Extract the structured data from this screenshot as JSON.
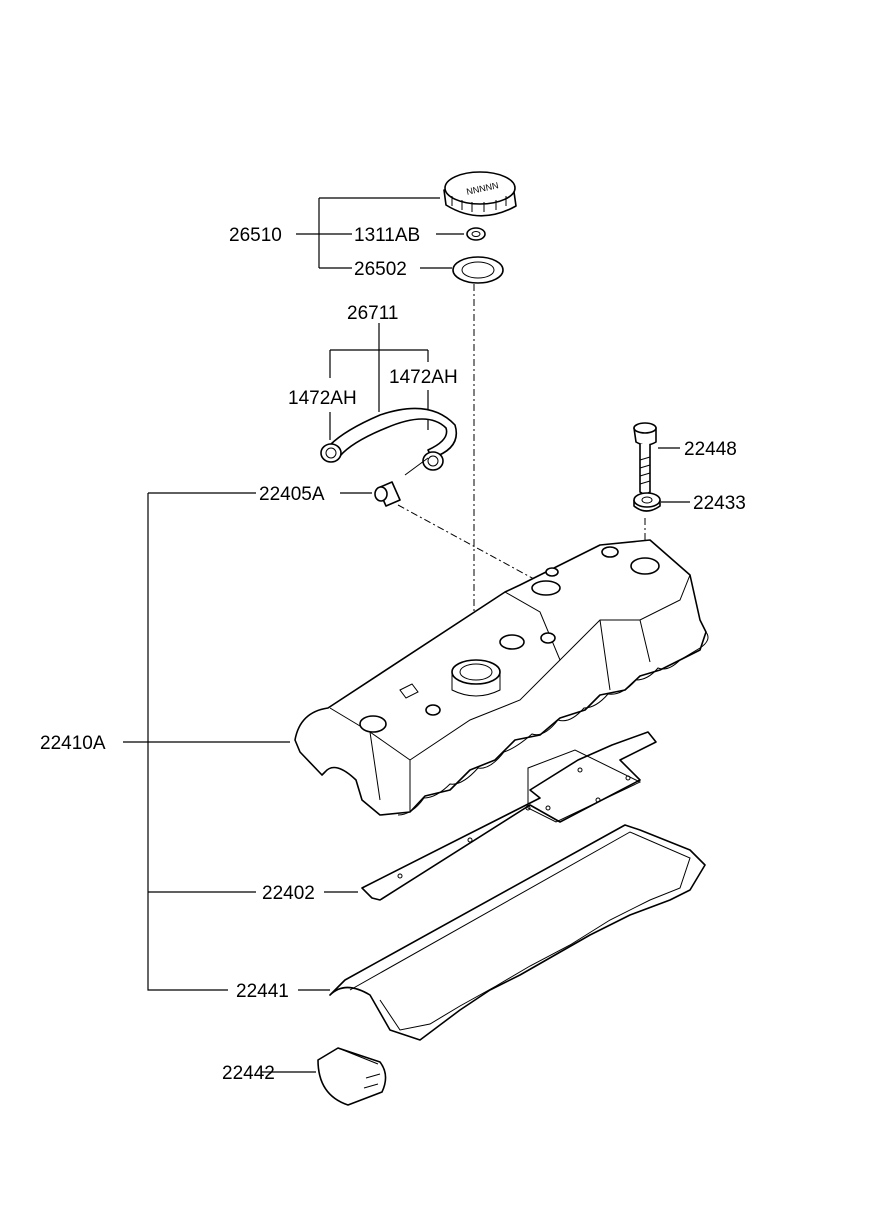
{
  "parts": {
    "p26510": "26510",
    "p1311AB": "1311AB",
    "p26502": "26502",
    "p26711": "26711",
    "p1472AH_left": "1472AH",
    "p1472AH_right": "1472AH",
    "p22405A": "22405A",
    "p22448": "22448",
    "p22433": "22433",
    "p22410A": "22410A",
    "p22402": "22402",
    "p22441": "22441",
    "p22442": "22442"
  },
  "cap_text": "NNNNN"
}
